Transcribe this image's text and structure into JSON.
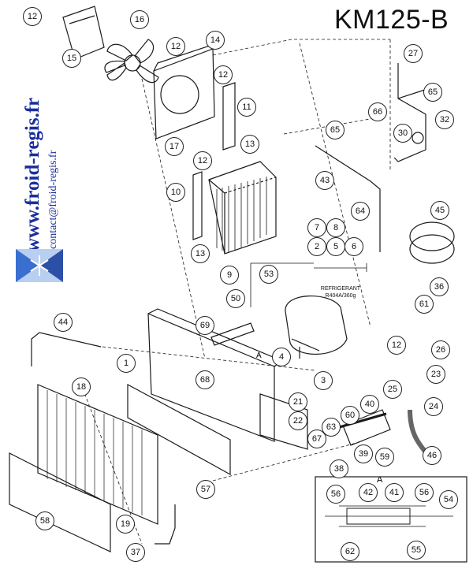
{
  "title": "KM125-B",
  "watermark": {
    "site": "www.froid-regis.fr",
    "email": "contact@froid-regis.fr"
  },
  "refrigerant_label": "REFRIGERANT",
  "refrigerant_value": "R404A/360g",
  "detail_label": "A",
  "arrow_label": "A",
  "parts": [
    "12",
    "16",
    "14",
    "15",
    "12",
    "12",
    "11",
    "17",
    "13",
    "12",
    "10",
    "9",
    "13",
    "27",
    "65",
    "66",
    "32",
    "30",
    "65",
    "43",
    "64",
    "45",
    "7",
    "8",
    "2",
    "5",
    "6",
    "53",
    "50",
    "36",
    "61",
    "26",
    "1",
    "69",
    "68",
    "4",
    "3",
    "44",
    "18",
    "12",
    "25",
    "23",
    "21",
    "22",
    "40",
    "60",
    "24",
    "63",
    "67",
    "39",
    "59",
    "46",
    "38",
    "57",
    "58",
    "19",
    "37",
    "56",
    "42",
    "41",
    "56",
    "54",
    "62",
    "55"
  ],
  "colors": {
    "line": "#1a1a1a",
    "brand": "#1a2f9c",
    "logo_blue": "#3a6fd0"
  }
}
